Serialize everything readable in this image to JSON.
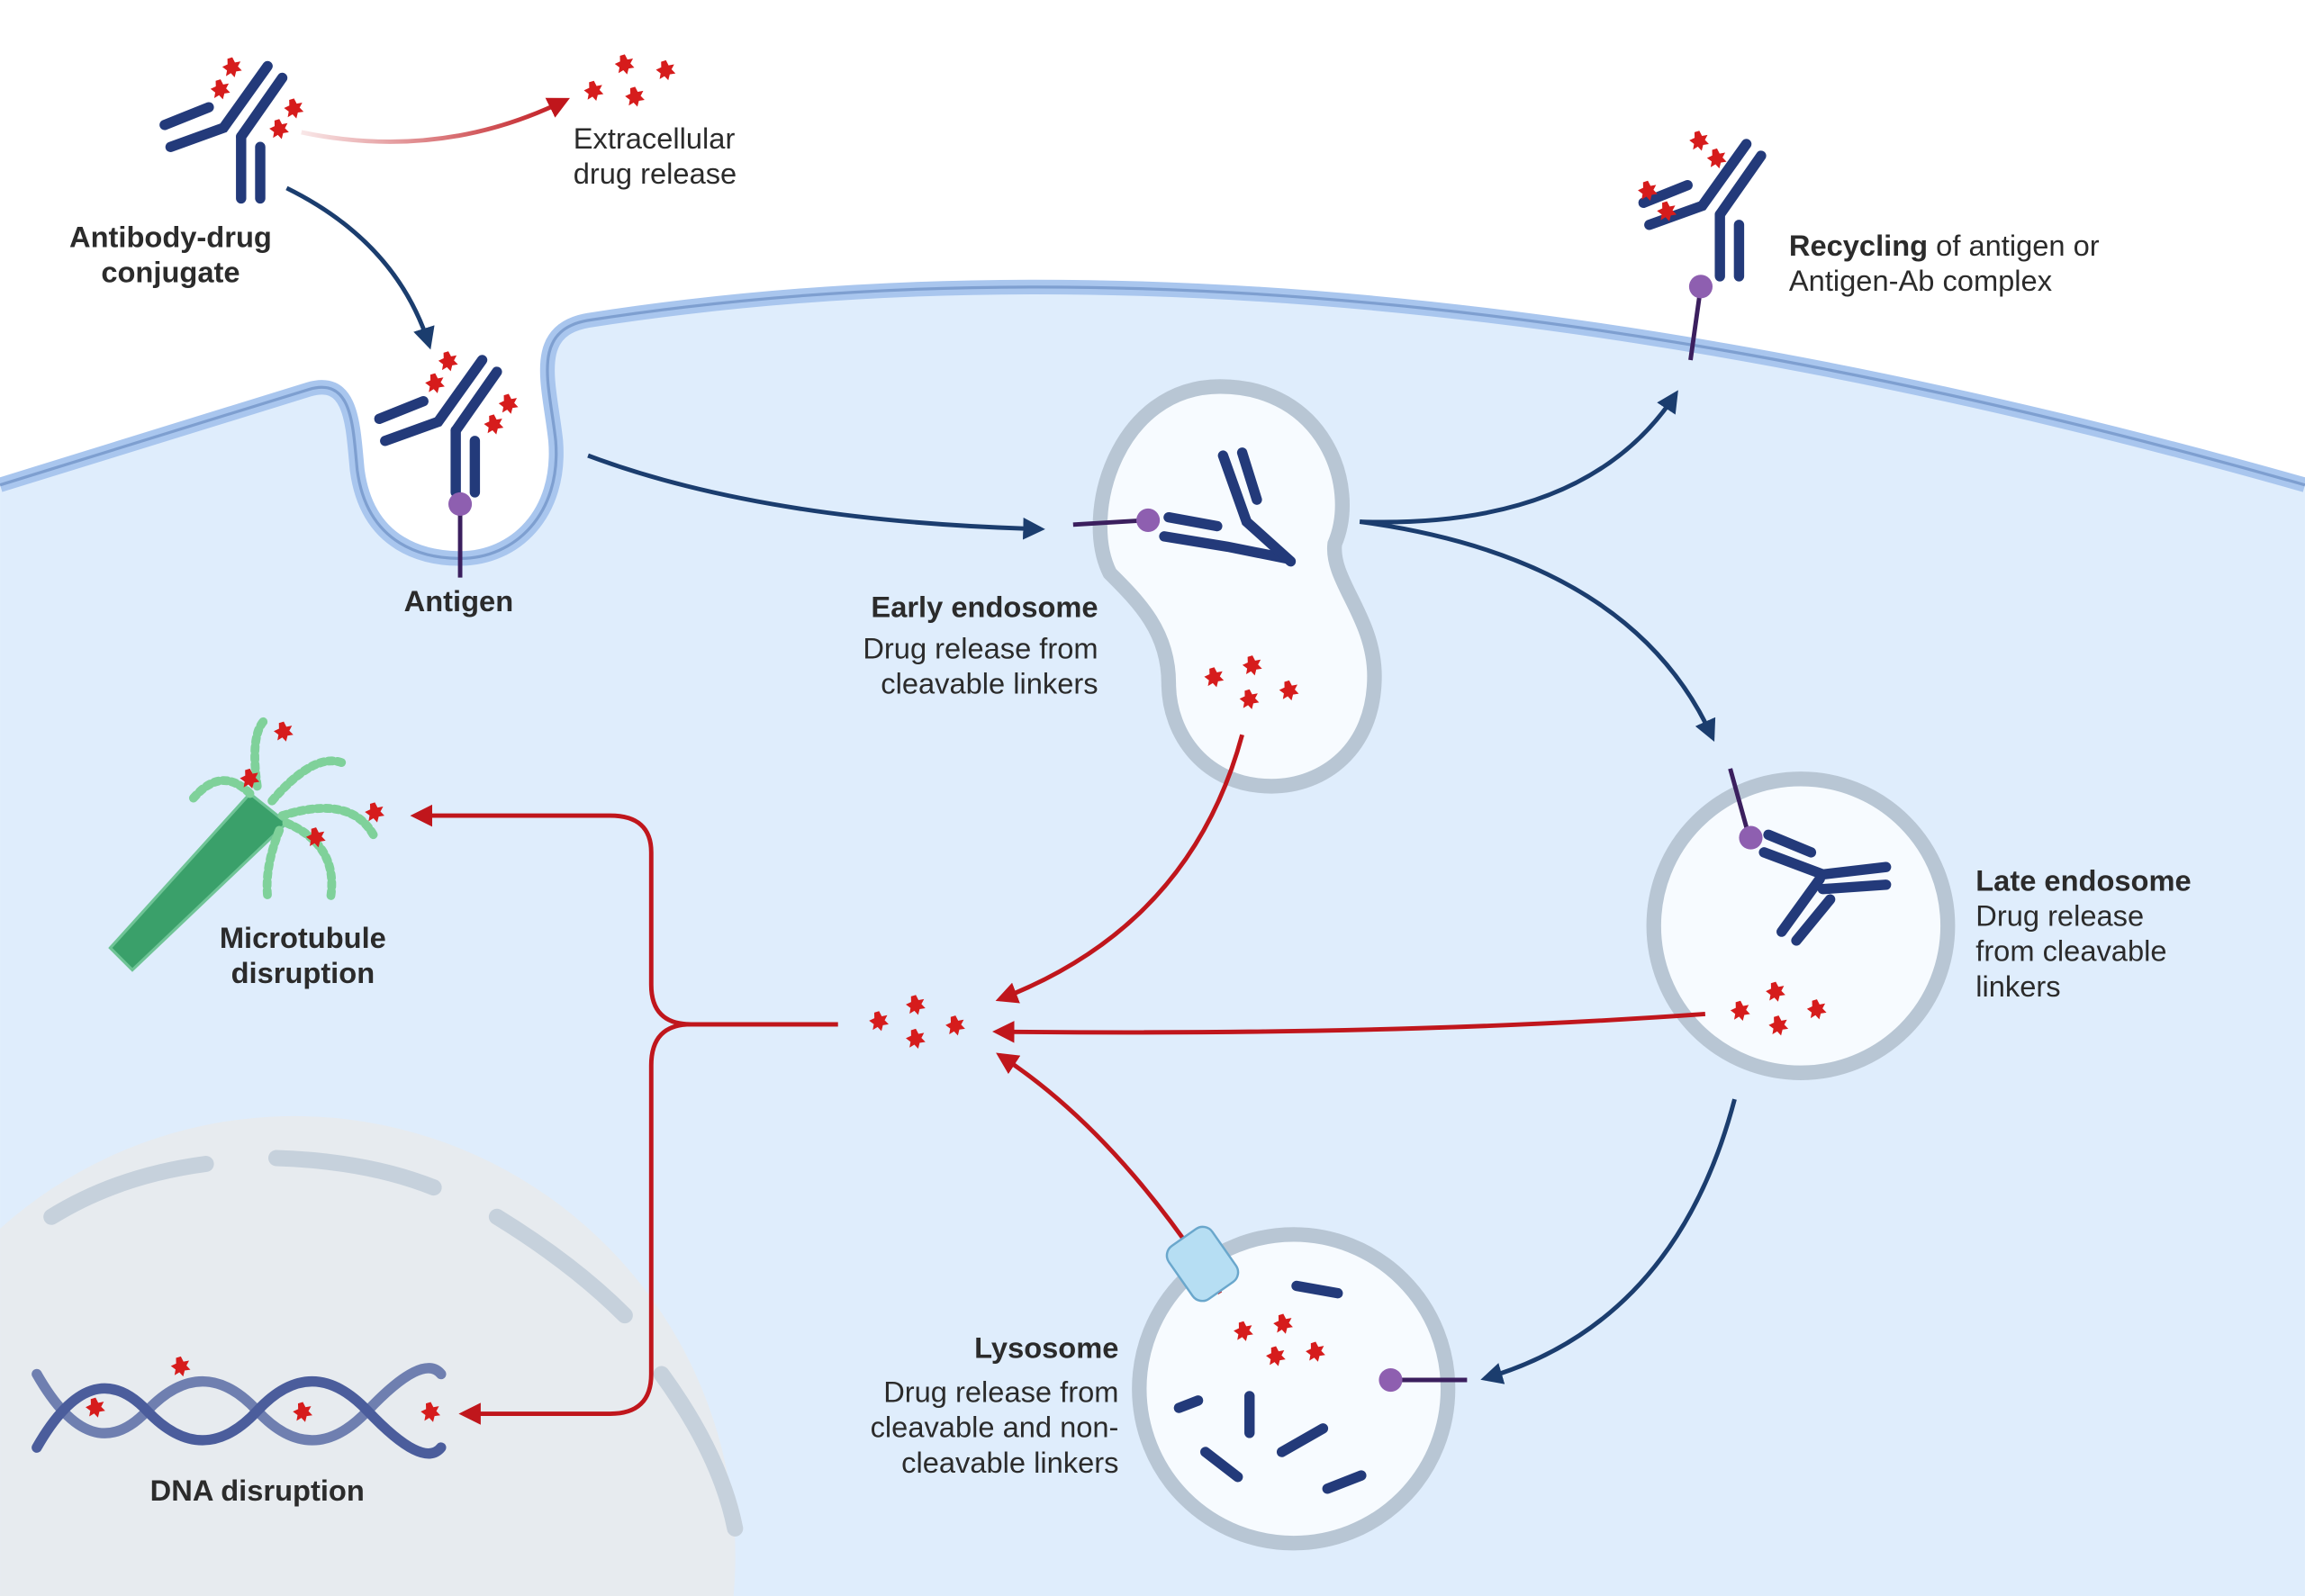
{
  "labels": {
    "adc": [
      "Antibody-drug",
      "conjugate"
    ],
    "extracellular": [
      "Extracellular",
      "drug release"
    ],
    "antigen": "Antigen",
    "recycling_bold": "Recycling",
    "recycling": [
      " of antigen or",
      "Antigen-Ab complex"
    ],
    "early_title": "Early endosome",
    "early": [
      "Drug release from",
      "cleavable linkers"
    ],
    "late_title": "Late endosome",
    "late": [
      "Drug release",
      "from cleavable",
      "linkers"
    ],
    "lysosome_title": "Lysosome",
    "lysosome": [
      "Drug release from",
      "cleavable and non-",
      "cleavable linkers"
    ],
    "microtubule": [
      "Microtubule",
      "disruption"
    ],
    "dna": "DNA disruption"
  },
  "colors": {
    "antibody": "#233a7a",
    "drug": "#d61c1c",
    "cell": "#dfedfc",
    "membrane": "#a9c6ee",
    "nucleus": "#e7ebef",
    "antigen": "#8e5fb0",
    "flow_arrow": "#1b3d6e",
    "drug_arrow": "#c0161c"
  },
  "icons": [
    "antibody-icon",
    "drug-payload-icon",
    "antigen-icon",
    "microtubule-icon",
    "dna-icon",
    "channel-icon"
  ]
}
